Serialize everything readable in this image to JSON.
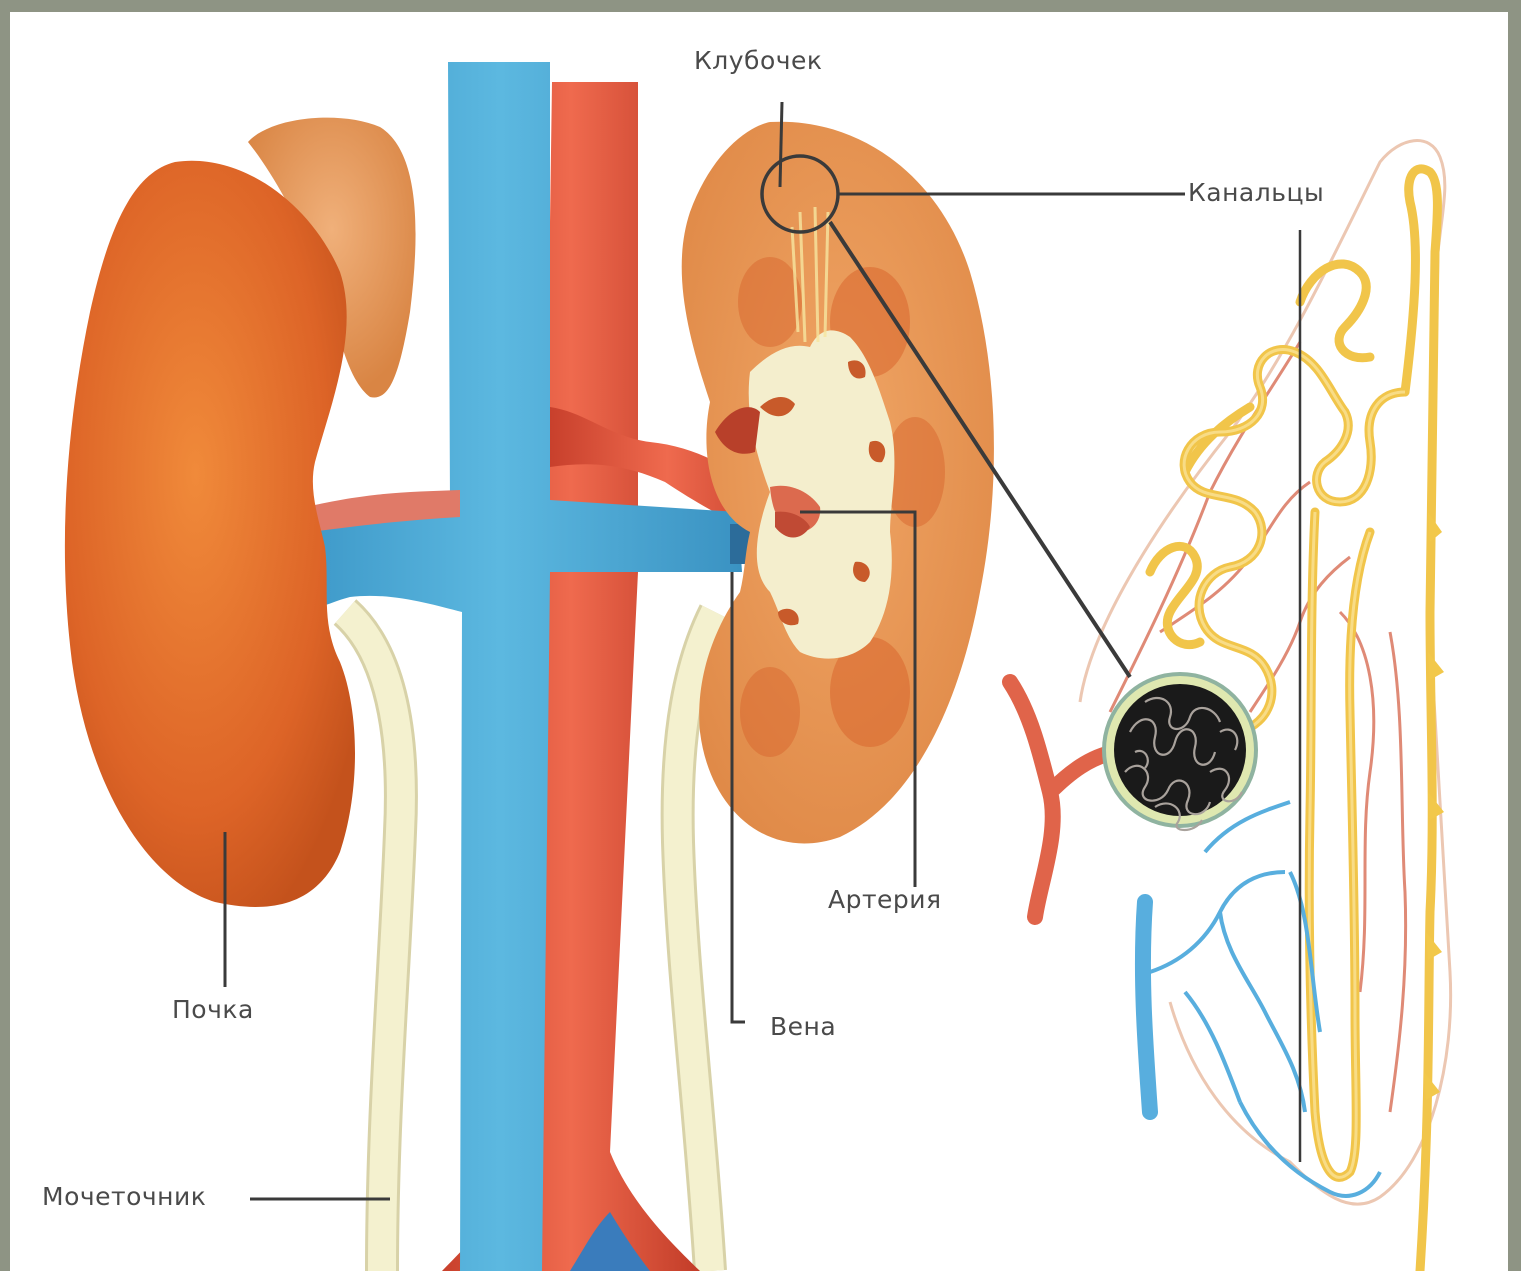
{
  "labels": {
    "glomerulus": "Клубочек",
    "tubules": "Канальцы",
    "kidney": "Почка",
    "artery": "Артерия",
    "vein": "Вена",
    "ureter": "Мочеточник"
  },
  "colors": {
    "background": "#8e9484",
    "kidney": "#de6a28",
    "kidney_dark": "#c4561d",
    "adrenal": "#e39a5c",
    "vein": "#4aa8d4",
    "artery": "#dc5038",
    "pelvis": "#f4eecd",
    "ureter": "#f2efc8",
    "tubule": "#f2c84a",
    "capillary_red": "#dd7a66",
    "capillary_blue": "#58aede",
    "leader_line": "#3a3a3a",
    "label_text": "#4a4a4a"
  }
}
